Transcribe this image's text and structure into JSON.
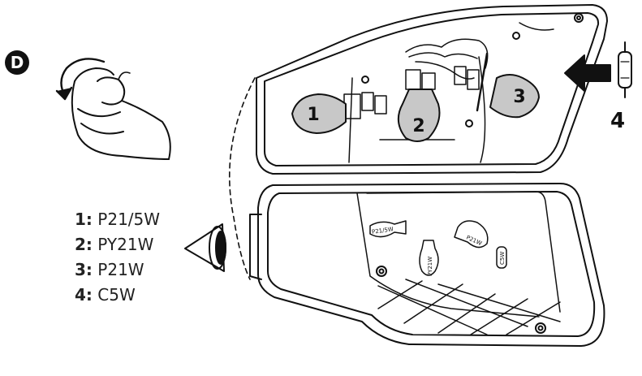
{
  "step": {
    "label": "D"
  },
  "bulbs": [
    {
      "number": "1",
      "type": "P21/5W"
    },
    {
      "number": "2",
      "type": "PY21W"
    },
    {
      "number": "3",
      "type": "P21W"
    },
    {
      "number": "4",
      "type": "C5W"
    }
  ],
  "callouts": {
    "c1": "1",
    "c2": "2",
    "c3": "3",
    "c4": "4"
  },
  "housing_labels": {
    "p21_5w": "P21/5W",
    "py21w": "PY21W",
    "p21w": "P21W",
    "c5w": "C5W"
  },
  "legend_separator": ":",
  "colors": {
    "ink": "#111111",
    "bulb_fill": "#c8c8c8",
    "background": "#ffffff"
  }
}
